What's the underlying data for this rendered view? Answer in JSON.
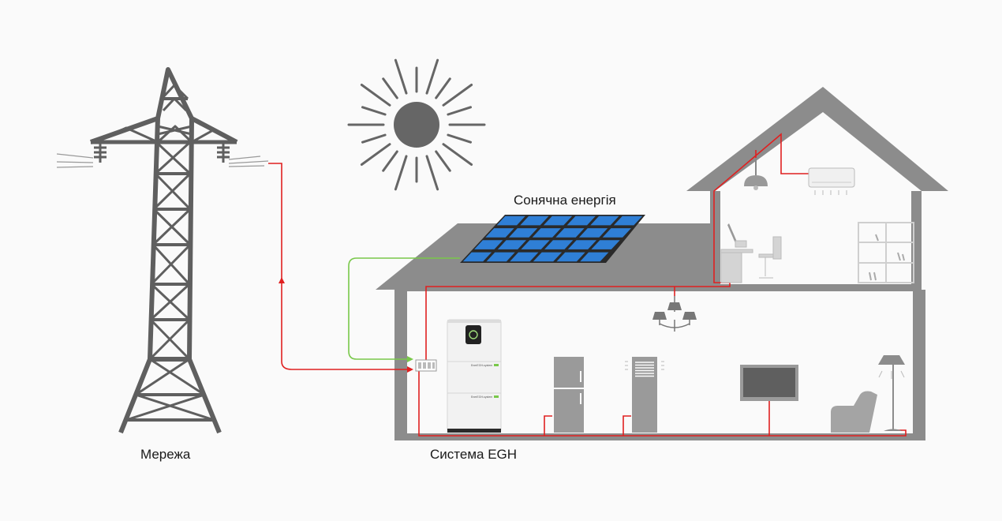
{
  "labels": {
    "grid": "Мережа",
    "solar": "Сонячна енергія",
    "egh_system": "Система EGH"
  },
  "unit_badges": {
    "module_top": "EnerEGH-system",
    "module_bottom": "EnerEGH-system"
  },
  "colors": {
    "structure_gray": "#8c8c8c",
    "dark_gray": "#5f5f5f",
    "wire_red": "#e02020",
    "pv_green": "#79c84a",
    "panel_blue": "#2f7fd6",
    "background": "#fafafa"
  }
}
